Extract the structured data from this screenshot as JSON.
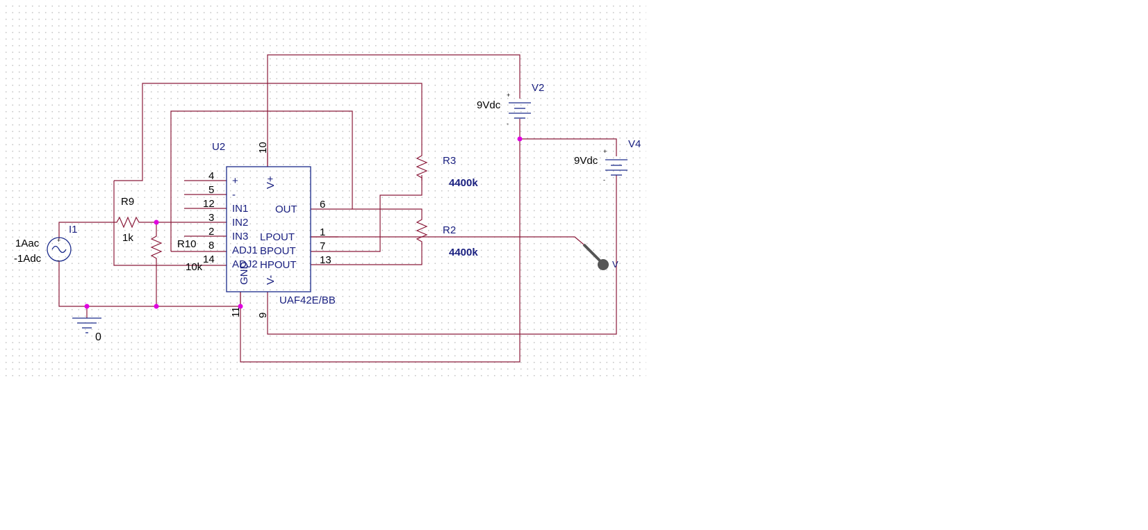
{
  "schematic": {
    "u2": {
      "ref": "U2",
      "part": "UAF42E/BB",
      "left_pins": [
        {
          "num": "4",
          "label": "+"
        },
        {
          "num": "5",
          "label": "-"
        },
        {
          "num": "12",
          "label": "IN1"
        },
        {
          "num": "3",
          "label": "IN2"
        },
        {
          "num": "2",
          "label": "IN3"
        },
        {
          "num": "8",
          "label": "ADJ1"
        },
        {
          "num": "14",
          "label": "ADJ2"
        }
      ],
      "right_pins": [
        {
          "num": "6",
          "label": "OUT"
        },
        {
          "num": "1",
          "label": "LPOUT"
        },
        {
          "num": "7",
          "label": "BPOUT"
        },
        {
          "num": "13",
          "label": "HPOUT"
        }
      ],
      "top_pin": {
        "num": "10",
        "label": "V+"
      },
      "bottom_pins": [
        {
          "num": "11",
          "label": "GND"
        },
        {
          "num": "9",
          "label": "V-"
        }
      ]
    },
    "r9": {
      "ref": "R9",
      "value": "1k"
    },
    "r10": {
      "ref": "R10",
      "value": "10k"
    },
    "r3": {
      "ref": "R3",
      "value": "4400k"
    },
    "r2": {
      "ref": "R2",
      "value": "4400k"
    },
    "v2": {
      "ref": "V2",
      "value": "9Vdc"
    },
    "v4": {
      "ref": "V4",
      "value": "9Vdc"
    },
    "i1": {
      "ref": "I1",
      "ac": "1Aac",
      "dc": "-1Adc"
    },
    "ground": {
      "label": "0"
    },
    "probe": {
      "label": "V"
    },
    "colors": {
      "wire": "#8b1a3a",
      "part_body": "#1a2a8a",
      "junction": "#e000e0",
      "grid": "#c8c8c8"
    }
  }
}
